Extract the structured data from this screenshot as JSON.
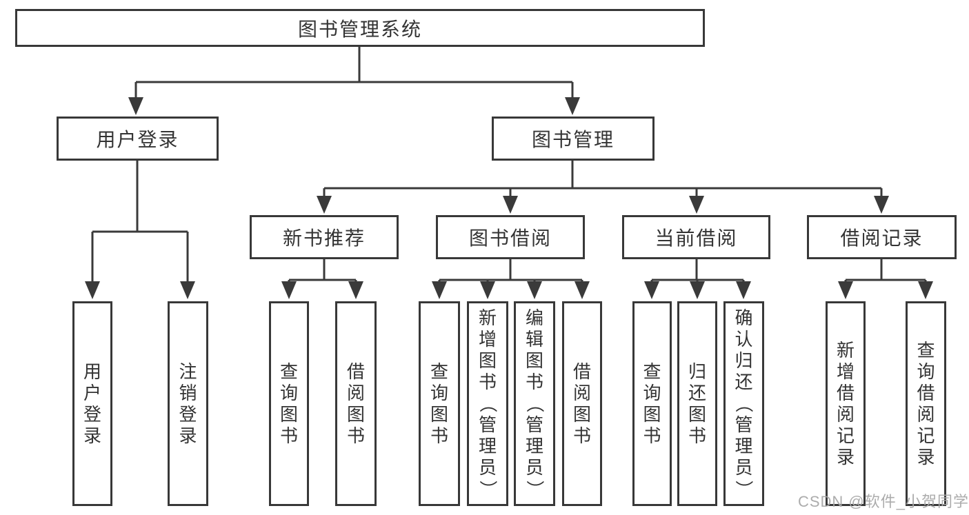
{
  "colors": {
    "line": "#3a3a3a",
    "box_border": "#383838",
    "text": "#333333",
    "background": "#ffffff",
    "watermark": "#a8a8a8"
  },
  "tree": {
    "label": "图书管理系统",
    "children": [
      {
        "label": "用户登录",
        "children": [
          {
            "label": "用户登录"
          },
          {
            "label": "注销登录"
          }
        ]
      },
      {
        "label": "图书管理",
        "children": [
          {
            "label": "新书推荐",
            "children": [
              {
                "label": "查询图书"
              },
              {
                "label": "借阅图书"
              }
            ]
          },
          {
            "label": "图书借阅",
            "children": [
              {
                "label": "查询图书"
              },
              {
                "label": "新增图书（管理员）"
              },
              {
                "label": "编辑图书（管理员）"
              },
              {
                "label": "借阅图书"
              }
            ]
          },
          {
            "label": "当前借阅",
            "children": [
              {
                "label": "查询图书"
              },
              {
                "label": "归还图书"
              },
              {
                "label": "确认归还（管理员）"
              }
            ]
          },
          {
            "label": "借阅记录",
            "children": [
              {
                "label": "新增借阅记录"
              },
              {
                "label": "查询借阅记录"
              }
            ]
          }
        ]
      }
    ]
  },
  "watermark": {
    "text": "CSDN @软件_小贺同学"
  }
}
